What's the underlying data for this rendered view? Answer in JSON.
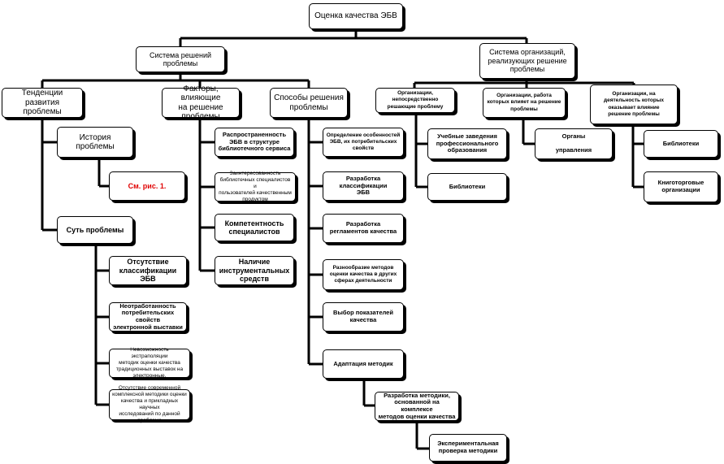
{
  "diagram": {
    "root": "Оценка качества ЭБВ",
    "decisions": "Система решений\nпроблемы",
    "orgs": "Система организаций,\nреализующих решение\nпроблемы",
    "trends": "Тенденции развития\nпроблемы",
    "history": "История\nпроблемы",
    "see_fig": "См. рис. 1.",
    "essence": "Суть проблемы",
    "ess_1": "Отсутствие\nклассификации ЭБВ",
    "ess_2": "Неотработанность\nпотребительских свойств\nэлектронной выставки",
    "ess_3": "Невозможность экстраполяции\nметодик оценки качества\nтрадиционных выставок на\nэлектронные.",
    "ess_4": "Отсутствие современной\nкомплексной методики оценки\nкачества и прикладных научных\nисследований по данной\nпроблеме",
    "factors": "Факторы, влияющие\nна решение\nпроблемы",
    "fac_1": "Распространенность\nЭБВ в структуре\nбиблиотечного сервиса",
    "fac_2": "Заинтересованность\nбиблиотечных специалистов и\nпользователей качественным\nпродуктом",
    "fac_3": "Компетентность\nспециалистов",
    "fac_4": "Наличие\nинструментальных\nсредств",
    "methods": "Способы решения\nпроблемы",
    "met_1": "Определение особенностей\nЭБВ, их потребительских\nсвойств",
    "met_2": "Разработка классификации\nЭБВ",
    "met_3": "Разработка\nрегламентов качества",
    "met_4": "Разнообразие методов\nоценки качества в других\nсферах деятельности",
    "met_5": "Выбор показателей\nкачества",
    "met_6": "Адаптация методик",
    "met_7": "Разработка методики,\nоснованной на комплексе\nметодов оценки качества",
    "met_8": "Экспериментальная\nпроверка методики",
    "org_direct": "Организации,\nнепосредственно\nрешающие проблему",
    "org_d1": "Учебные заведения\nпрофессионального\nобразования",
    "org_d2": "Библиотеки",
    "org_work": "Организации, работа\nкоторых влияет на решение\nпроблемы",
    "org_w1": "Органы\n\nуправления",
    "org_impact": "Организации, на\nдеятельность которых\nоказывает влияние\nрешение проблемы",
    "org_i1": "Библиотеки",
    "org_i2": "Книготорговые\nорганизации"
  }
}
